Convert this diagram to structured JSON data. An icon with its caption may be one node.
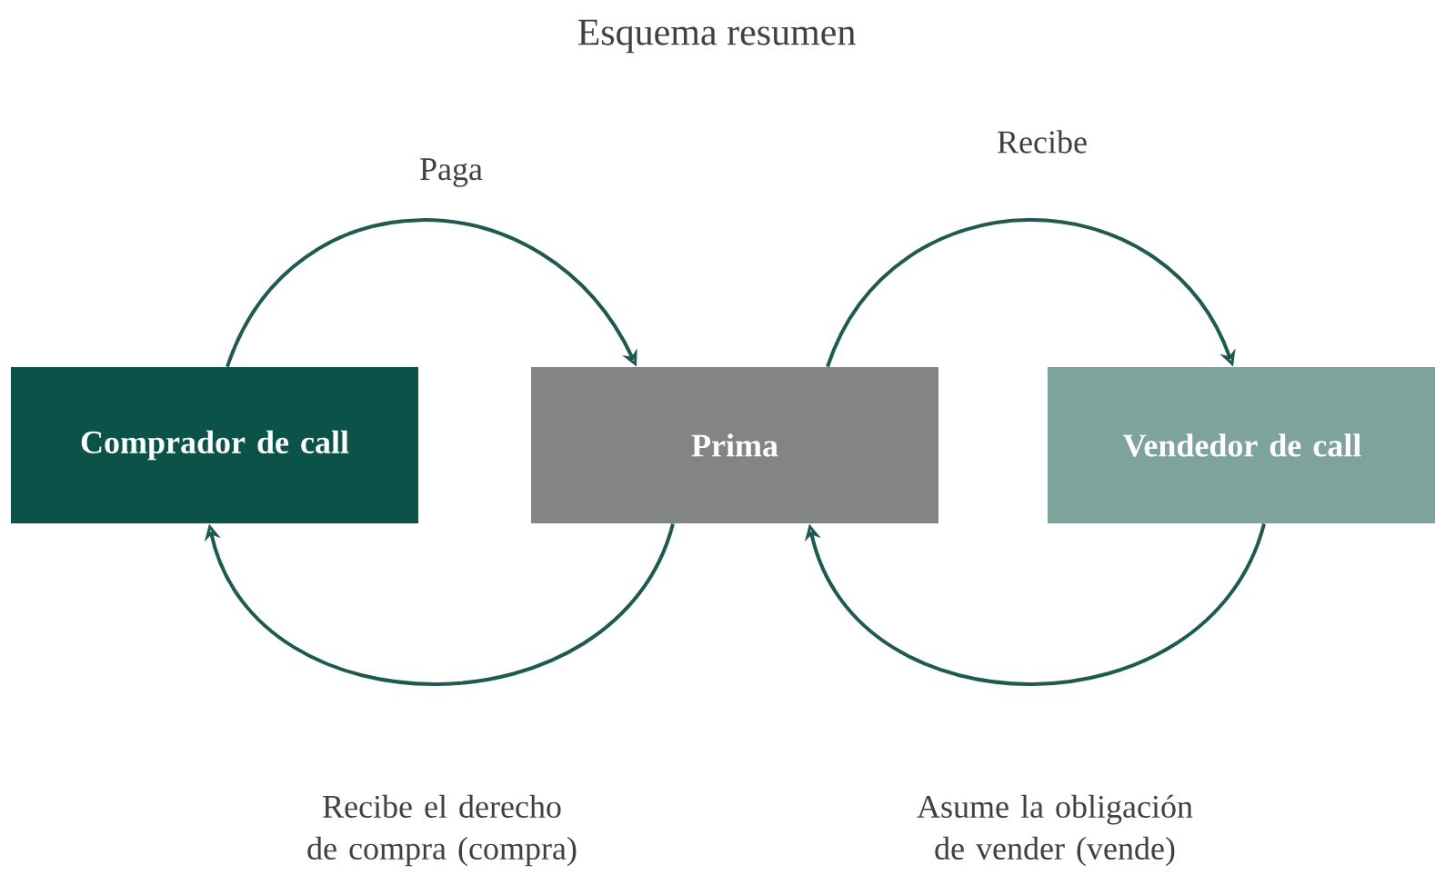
{
  "diagram": {
    "title": "Esquema resumen",
    "nodes": [
      {
        "text": [
          "Comprador de call"
        ]
      },
      {
        "text": [
          "Prima"
        ]
      },
      {
        "text": [
          "Vendedor de call"
        ]
      }
    ],
    "edges": [
      {
        "from": 0,
        "to": 1,
        "arrow": "to",
        "label": "Paga"
      },
      {
        "from": 1,
        "to": 2,
        "arrow": "to",
        "label": "Recibe"
      },
      {
        "from": 1,
        "to": 0,
        "arrow": "to",
        "label": "Recibe el derecho de compra (compra)"
      },
      {
        "from": 2,
        "to": 1,
        "arrow": "to",
        "label": "Asume la obligación de vender (vende)"
      }
    ]
  }
}
